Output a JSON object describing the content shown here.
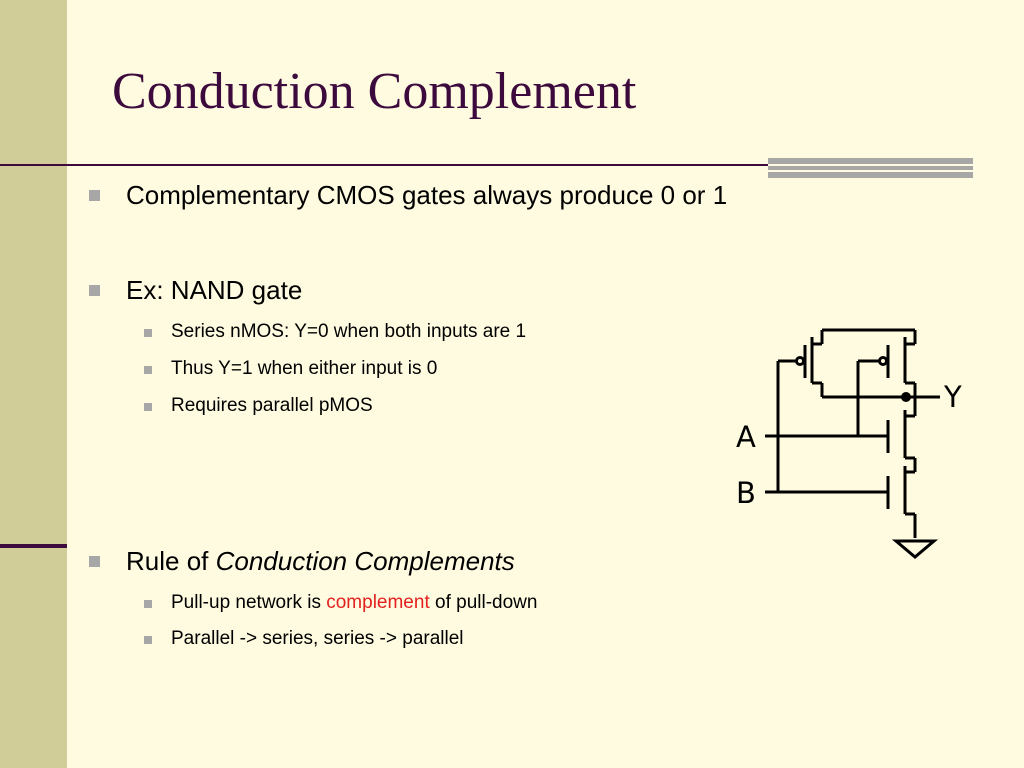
{
  "slide": {
    "title": "Conduction Complement",
    "bullets": [
      {
        "text": "Complementary CMOS gates always produce 0 or 1"
      },
      {
        "text": "Ex: NAND gate",
        "sub": [
          "Series nMOS: Y=0 when both inputs are 1",
          "Thus Y=1 when either input is 0",
          "Requires parallel pMOS"
        ]
      },
      {
        "text_prefix": "Rule of ",
        "text_italic": "Conduction Complements",
        "sub": [
          {
            "before": "Pull-up network is ",
            "highlight": "complement",
            "after": " of pull-down"
          },
          "Parallel -> series, series -> parallel"
        ]
      }
    ]
  },
  "circuit": {
    "output_label": "Y",
    "input_a_label": "A",
    "input_b_label": "B"
  },
  "colors": {
    "background": "#fefbe0",
    "side_band": "#d1cd99",
    "title": "#3d0a3d",
    "rule": "#3c0a3c",
    "bullet_marker": "#a7a7a7",
    "highlight": "#e3211f"
  }
}
